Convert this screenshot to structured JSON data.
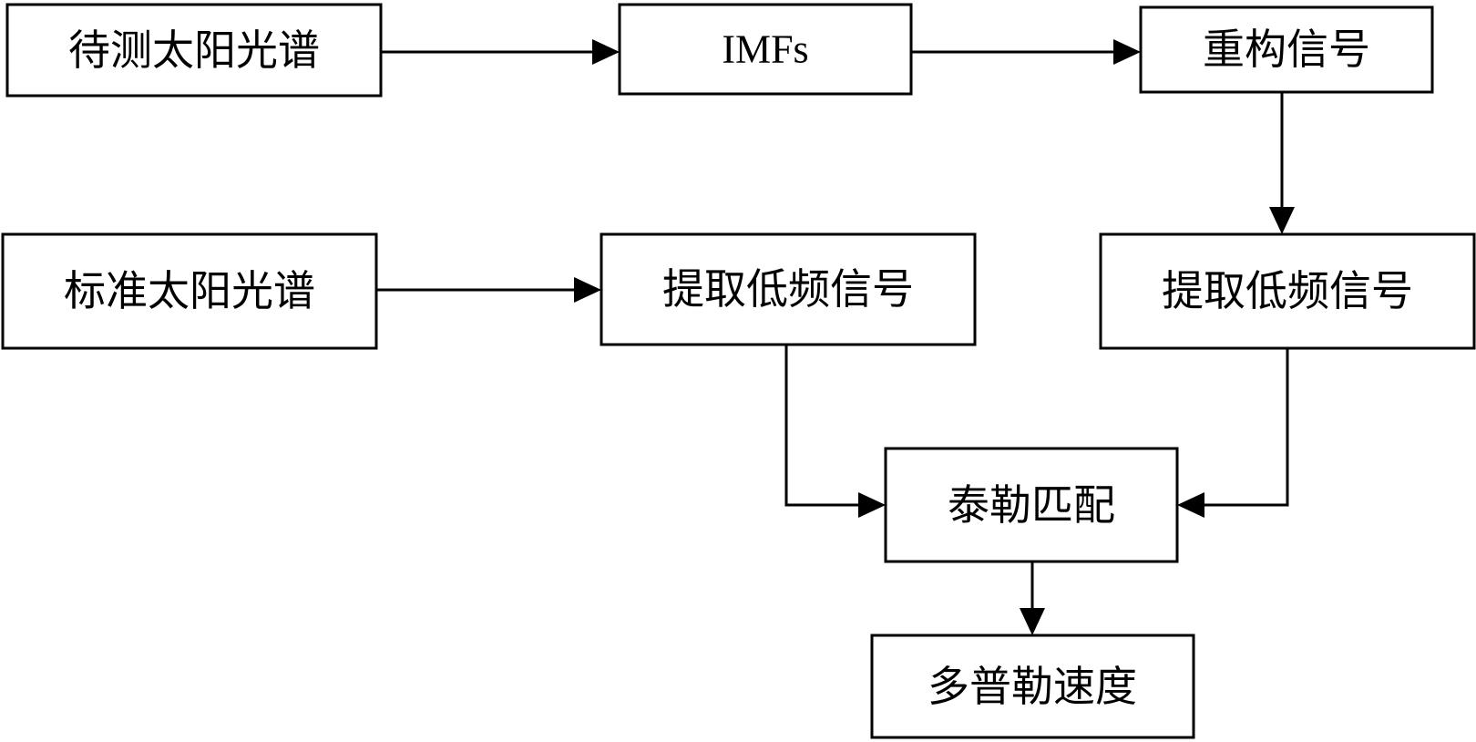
{
  "nodes": {
    "spectrum_measured": "待测太阳光谱",
    "imfs": "IMFs",
    "reconstructed_signal": "重构信号",
    "spectrum_standard": "标准太阳光谱",
    "lowfreq_left": "提取低频信号",
    "lowfreq_right": "提取低频信号",
    "taylor_matching": "泰勒匹配",
    "doppler_velocity": "多普勒速度"
  },
  "edges": [
    {
      "from": "spectrum_measured",
      "to": "imfs"
    },
    {
      "from": "imfs",
      "to": "reconstructed_signal"
    },
    {
      "from": "reconstructed_signal",
      "to": "lowfreq_right"
    },
    {
      "from": "spectrum_standard",
      "to": "lowfreq_left"
    },
    {
      "from": "lowfreq_left",
      "to": "taylor_matching"
    },
    {
      "from": "lowfreq_right",
      "to": "taylor_matching"
    },
    {
      "from": "taylor_matching",
      "to": "doppler_velocity"
    }
  ]
}
